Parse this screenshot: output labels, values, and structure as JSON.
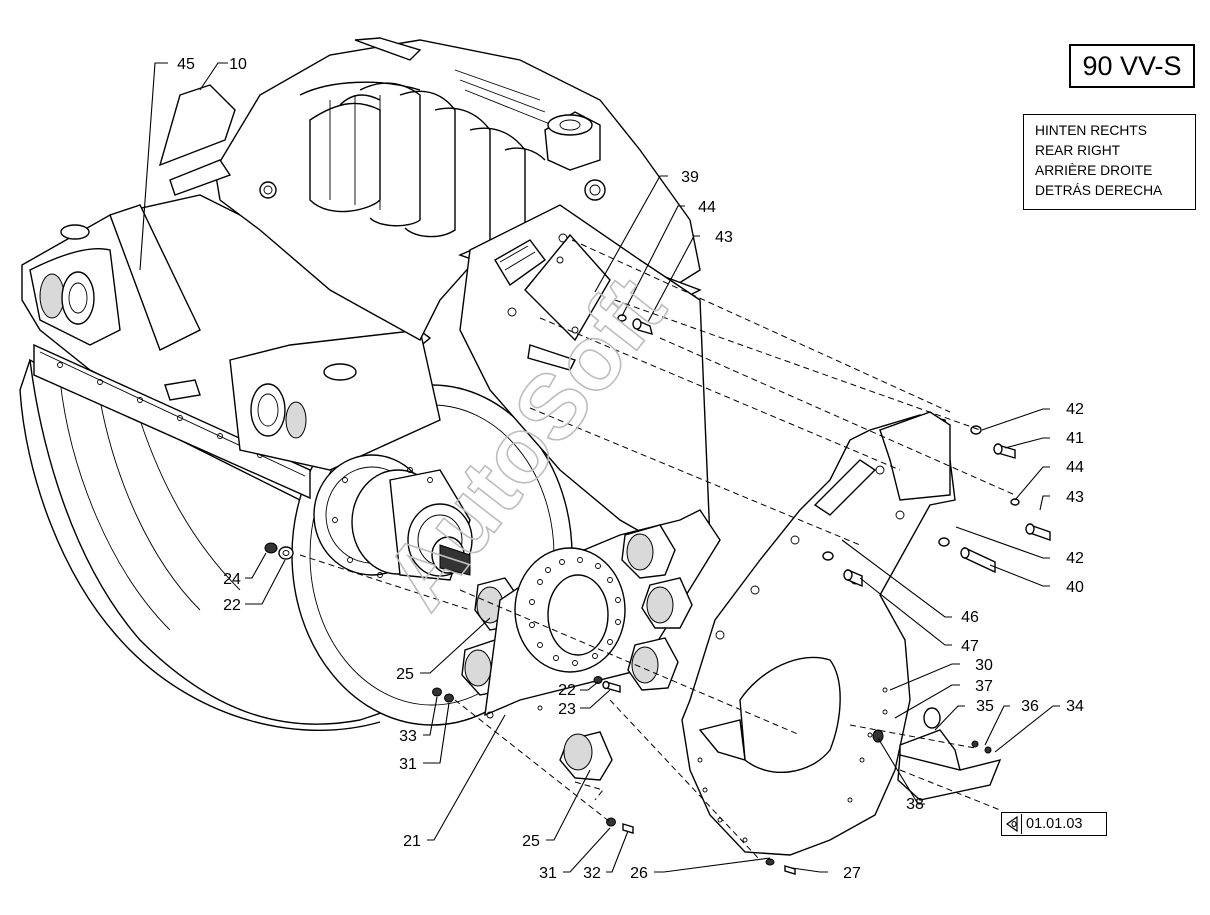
{
  "model": "90 VV-S",
  "view_labels": [
    "HINTEN RECHTS",
    "REAR RIGHT",
    "ARRIÈRE DROITE",
    "DETRÁS DERECHA"
  ],
  "watermark": "AutoSoft",
  "reference": {
    "arrow_icon": "reference-arrow-icon",
    "code": "01.01.03"
  },
  "callouts": {
    "c45": "45",
    "c10": "10",
    "c39": "39",
    "c44a": "44",
    "c43a": "43",
    "c42a": "42",
    "c41": "41",
    "c44b": "44",
    "c43b": "43",
    "c42b": "42",
    "c40": "40",
    "c46": "46",
    "c47": "47",
    "c30": "30",
    "c37": "37",
    "c35": "35",
    "c36": "36",
    "c34": "34",
    "c38": "38",
    "c24": "24",
    "c22a": "22",
    "c25a": "25",
    "c22b": "22",
    "c23": "23",
    "c33": "33",
    "c31a": "31",
    "c21": "21",
    "c25b": "25",
    "c31b": "31",
    "c32": "32",
    "c26": "26",
    "c27": "27"
  }
}
